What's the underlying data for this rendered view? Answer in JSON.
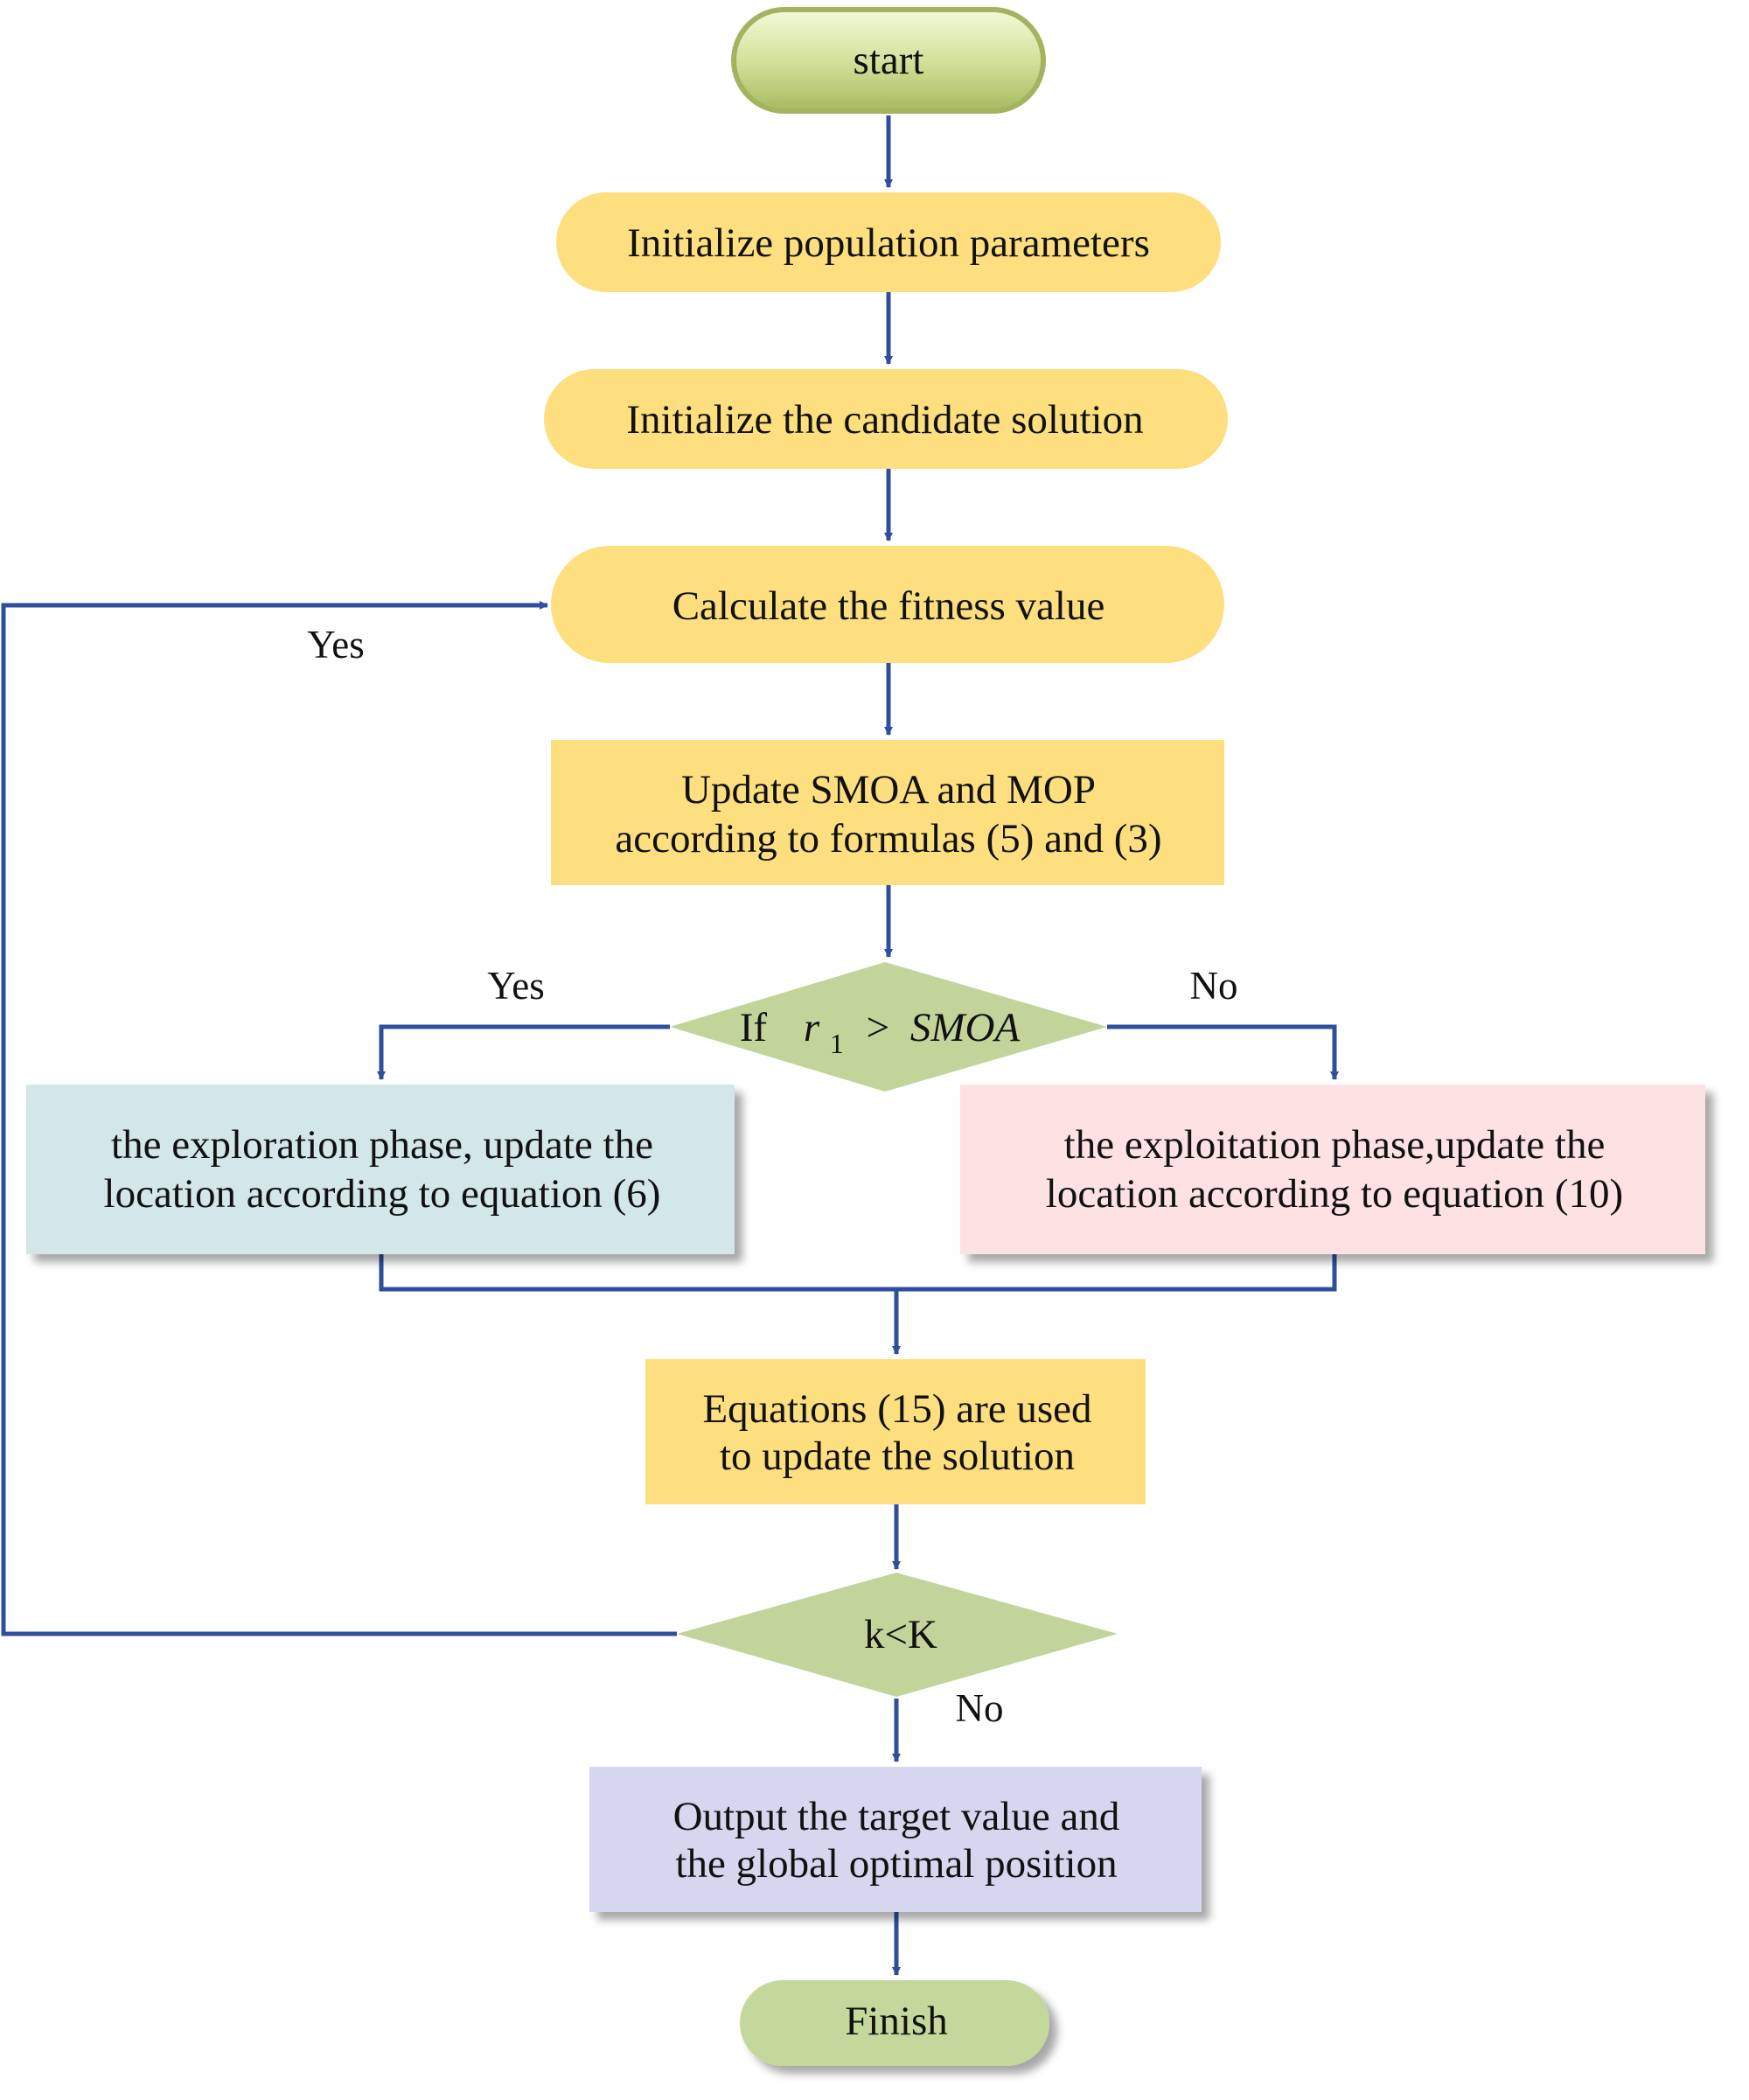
{
  "colors": {
    "arrow": "#2f4f9a",
    "start_fill": "#d3e29c",
    "process_yellow": "#fedf7f",
    "decision_green": "#c2d49a",
    "exploration_blue": "#d3e6e8",
    "exploitation_pink": "#fde1e3",
    "output_purple": "#d6d6ef",
    "finish_green": "#c5d89b"
  },
  "nodes": {
    "start": "start",
    "init_population": "Initialize population parameters",
    "init_candidate": "Initialize the candidate solution",
    "calc_fitness": "Calculate the fitness value",
    "update_smoa": {
      "line1": "Update SMOA and MOP",
      "line2": "according to formulas (5) and (3)"
    },
    "decision_smoa": {
      "prefix": "If",
      "var": "r",
      "sub": "1",
      "op": ">",
      "rhs": "SMOA"
    },
    "exploration": {
      "line1": "the exploration phase, update the",
      "line2": "location according to equation (6)"
    },
    "exploitation": {
      "line1": "the exploitation phase,update the",
      "line2": "location according to equation (10)"
    },
    "equations_update": {
      "line1": "Equations (15) are used",
      "line2": "to update the solution"
    },
    "decision_k": "k<K",
    "output": {
      "line1": "Output the target value and",
      "line2": "the global optimal position"
    },
    "finish": "Finish"
  },
  "labels": {
    "loop_yes": "Yes",
    "smoa_yes": "Yes",
    "smoa_no": "No",
    "k_no": "No"
  }
}
